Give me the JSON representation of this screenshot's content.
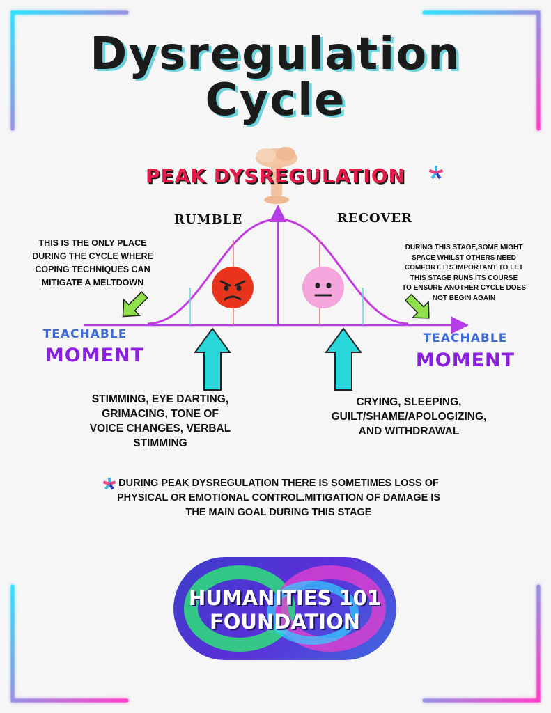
{
  "title": {
    "line1": "Dysregulation",
    "line2": "Cycle"
  },
  "peak": {
    "label": "PEAK DYSREGULATION"
  },
  "stages": {
    "rumble": "RUMBLE",
    "recover": "RECOVER"
  },
  "notes": {
    "left": [
      "THIS IS THE ONLY PLACE",
      "DURING THE CYCLE WHERE",
      "COPING TECHNIQUES CAN",
      "MITIGATE A MELTDOWN"
    ],
    "right": [
      "DURING THIS STAGE,SOME MIGHT",
      "SPACE WHILST OTHERS NEED",
      "COMFORT. ITS IMPORTANT TO LET",
      "THIS STAGE RUNS ITS COURSE",
      "TO ENSURE ANOTHER CYCLE DOES",
      "NOT BEGIN AGAIN"
    ]
  },
  "teachable": {
    "small": "TEACHABLE",
    "big": "MOMENT"
  },
  "signs": {
    "rumble": [
      "STIMMING, EYE DARTING,",
      "GRIMACING, TONE OF",
      "VOICE CHANGES, VERBAL",
      "STIMMING"
    ],
    "recover": [
      "CRYING, SLEEPING,",
      "GUILT/SHAME/APOLOGIZING,",
      "AND WITHDRAWAL"
    ]
  },
  "footnote": [
    "DURING PEAK DYSREGULATION THERE IS SOMETIMES LOSS OF",
    "PHYSICAL OR EMOTIONAL CONTROL.MITIGATION OF DAMAGE IS",
    "THE MAIN GOAL DURING THIS STAGE"
  ],
  "logo": {
    "line1": "HUMANITIES 101",
    "line2": "FOUNDATION"
  },
  "icons": {
    "angry_face": "angry-face-icon",
    "neutral_face": "neutral-face-icon",
    "explosion": "explosion-icon",
    "asterisk": "asterisk-icon",
    "arrow": "arrow-icon"
  },
  "colors": {
    "curve": "#c23ce0",
    "axis": "#b43fe6",
    "arrow_fill": "#27d7d9",
    "green_arrow": "#8fe04a",
    "angry": "#e8331d",
    "neutral": "#f4a6dc",
    "neon_pink": "#ff3fc8",
    "neon_cyan": "#2fe2ff"
  }
}
